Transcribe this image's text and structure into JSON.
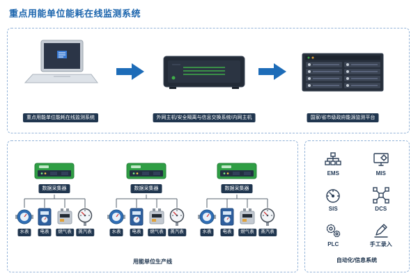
{
  "title": "重点用能单位能耗在线监测系统",
  "colors": {
    "accent_blue": "#1a64ad",
    "arrow_blue": "#1d6cb8",
    "badge_navy": "#20364f",
    "collector_green": "#2f9e44",
    "dashed_border": "#93b3d8"
  },
  "flow": {
    "node1_label": "重点用能单位能耗在线监测系统",
    "node2_label": "外网主机/安全隔离与信息交换系统/内网主机",
    "node3_label": "国家/省市级政府能源监测平台"
  },
  "collectors": {
    "device_label": "数据采集器",
    "meters": [
      "水表",
      "电表",
      "燃气表",
      "蒸汽表"
    ],
    "caption": "用能单位生产线"
  },
  "systems": {
    "items": [
      "EMS",
      "MIS",
      "SIS",
      "DCS",
      "PLC",
      "手工录入"
    ],
    "caption": "自动化/信息系统"
  }
}
